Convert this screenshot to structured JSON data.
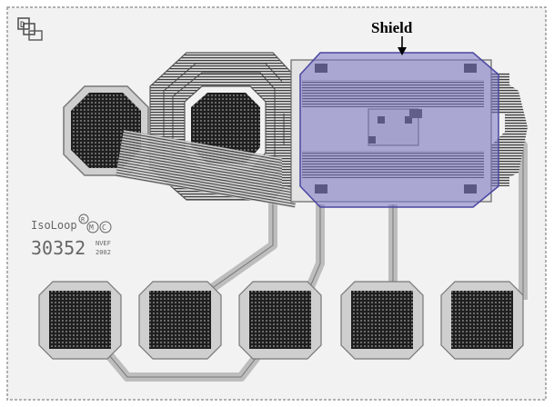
{
  "annotation": {
    "shield_label": "Shield"
  },
  "chip_markings": {
    "brand": "IsoLoop",
    "registered_symbol": "R",
    "mask_work_symbol": "M",
    "copyright_symbol": "C",
    "part_number": "30352",
    "month": "NVEF",
    "year": "2002"
  },
  "colors": {
    "background": "#ffffff",
    "substrate": "#f2f2f2",
    "metal_trace": "#c8c8c8",
    "coil_line": "#444444",
    "pad_grid": "#2b2b2b",
    "shield_fill": "#7c78c6",
    "shield_stroke": "#4a46a0"
  },
  "logo_glyph": "logo-icon"
}
